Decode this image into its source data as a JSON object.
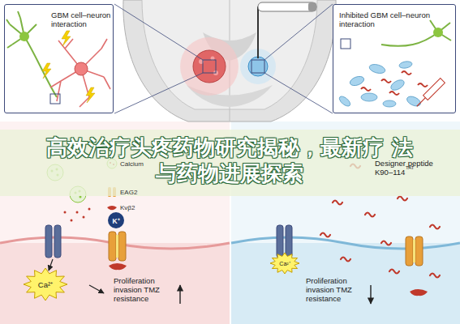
{
  "diagram": {
    "title": "高效治疗头疼药物研究揭秘，最新疗 法与药物进展探索",
    "nodes": [
      {
        "text": [
          "GBM cell–neuron interaction"
        ]
      },
      {
        "text": [
          "Inhibited GBM cell–neuron interaction"
        ]
      },
      {
        "text": [
          "K⁺"
        ]
      },
      {
        "text": [
          "Ca²⁺"
        ]
      },
      {
        "text": [
          "Ca²⁺"
        ]
      }
    ],
    "labels": [
      "Proliferation invasion TMZ resistance",
      "Designer peptide",
      "K90–114",
      "TAT",
      "Proliferation invasion TMZ resistance"
    ],
    "legend": [
      {
        "text": "Calcium"
      },
      {
        "text": "EAG2"
      },
      {
        "text": "Kvβ2"
      }
    ]
  }
}
